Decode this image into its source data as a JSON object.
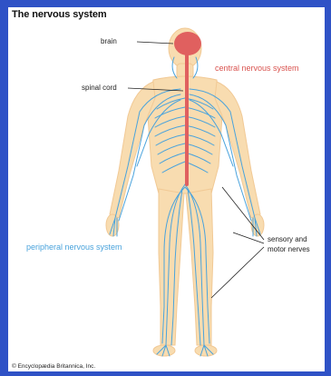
{
  "title": "The nervous system",
  "labels": {
    "brain": "brain",
    "spinal_cord": "spinal cord",
    "central_nervous_system": "central nervous system",
    "peripheral_nervous_system": "peripheral nervous system",
    "sensory_motor_line1": "sensory and",
    "sensory_motor_line2": "motor nerves"
  },
  "credit": "© Encyclopædia Britannica, Inc.",
  "colors": {
    "background": "#2f52c6",
    "body_fill": "#f8dcb0",
    "nerves": "#4aa3dc",
    "brain_spinal": "#e0605f",
    "cns_label": "#d9534f",
    "pns_label": "#4aa3dc"
  }
}
